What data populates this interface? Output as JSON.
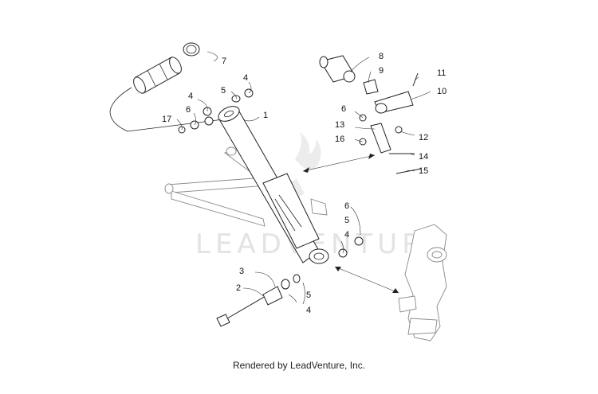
{
  "watermark": "LEADVENTURE",
  "footer": "Rendered by LeadVenture, Inc.",
  "callouts": {
    "c1": "1",
    "c2": "2",
    "c3": "3",
    "c4a": "4",
    "c4b": "4",
    "c4c": "4",
    "c4d": "4",
    "c5a": "5",
    "c5b": "5",
    "c5c": "5",
    "c6a": "6",
    "c6b": "6",
    "c6c": "6",
    "c7": "7",
    "c8": "8",
    "c9": "9",
    "c10": "10",
    "c11": "11",
    "c12": "12",
    "c13": "13",
    "c14": "14",
    "c15": "15",
    "c16": "16",
    "c17": "17"
  }
}
